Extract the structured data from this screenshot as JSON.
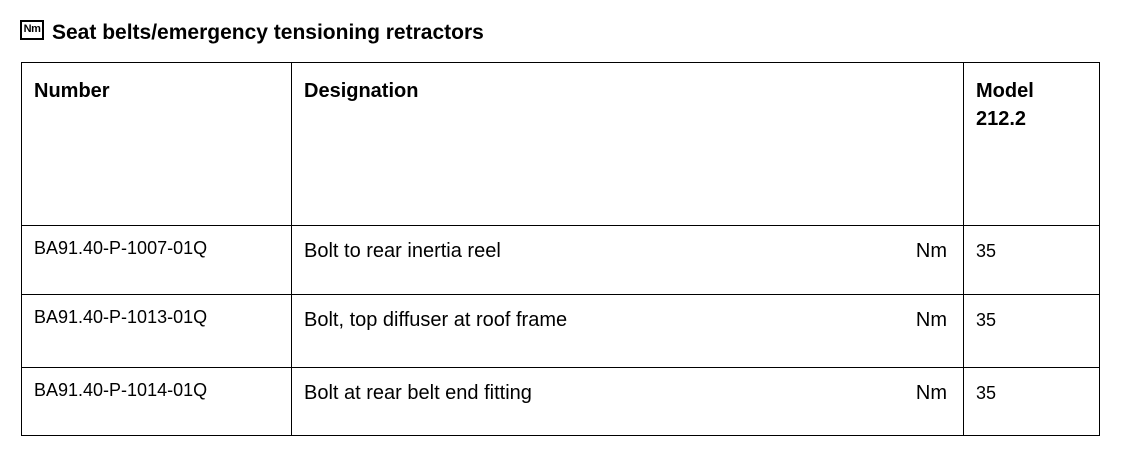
{
  "heading": {
    "badge": "Nm",
    "title": "Seat belts/emergency tensioning retractors"
  },
  "table": {
    "headers": {
      "number": "Number",
      "designation": "Designation",
      "model_line1": "Model",
      "model_line2": "212.2"
    },
    "rows": [
      {
        "number": "BA91.40-P-1007-01Q",
        "designation": "Bolt to rear inertia reel",
        "unit": "Nm",
        "value": "35"
      },
      {
        "number": "BA91.40-P-1013-01Q",
        "designation": "Bolt, top diffuser at roof frame",
        "unit": "Nm",
        "value": "35"
      },
      {
        "number": "BA91.40-P-1014-01Q",
        "designation": "Bolt at rear belt end fitting",
        "unit": "Nm",
        "value": "35"
      }
    ]
  }
}
